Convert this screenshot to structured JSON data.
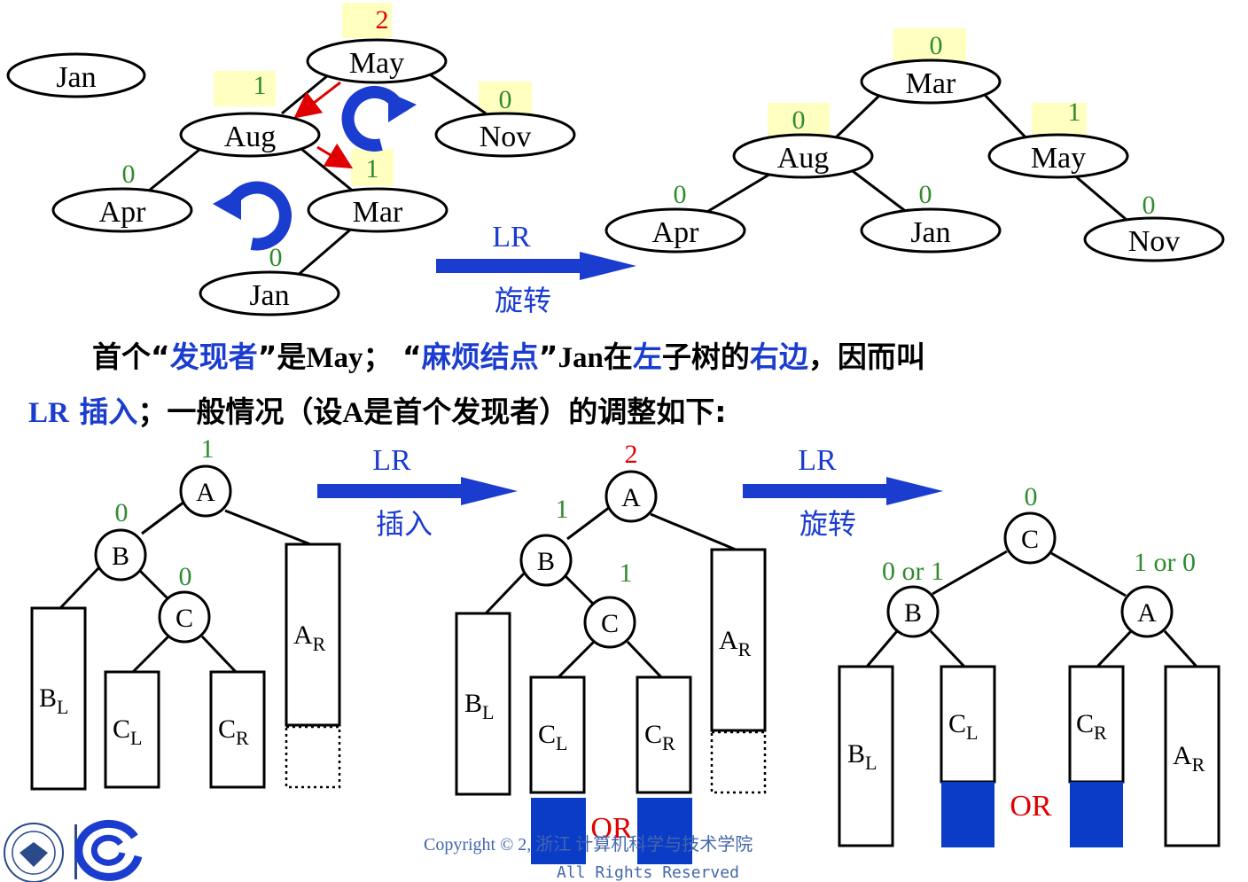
{
  "top_left_tree": {
    "lone_node": "Jan",
    "nodes": {
      "may": "May",
      "aug": "Aug",
      "nov": "Nov",
      "apr": "Apr",
      "mar": "Mar",
      "jan": "Jan"
    },
    "balances": {
      "may": "2",
      "aug": "1",
      "nov": "0",
      "apr": "0",
      "mar": "1",
      "jan": "0"
    }
  },
  "top_arrow": {
    "label_top": "LR",
    "label_bottom": "旋转"
  },
  "top_right_tree": {
    "nodes": {
      "mar": "Mar",
      "aug": "Aug",
      "may": "May",
      "apr": "Apr",
      "jan": "Jan",
      "nov": "Nov"
    },
    "balances": {
      "mar": "0",
      "aug": "0",
      "may": "1",
      "apr": "0",
      "jan": "0",
      "nov": "0"
    }
  },
  "caption": {
    "line1": [
      {
        "text": "首个“",
        "hl": false
      },
      {
        "text": "发现者",
        "hl": true
      },
      {
        "text": "”是",
        "hl": false
      },
      {
        "text": "May",
        "hl": false,
        "en": true
      },
      {
        "text": "；  “",
        "hl": false
      },
      {
        "text": "麻烦结点",
        "hl": true
      },
      {
        "text": "”",
        "hl": false
      },
      {
        "text": "Jan",
        "hl": false,
        "en": true
      },
      {
        "text": "在",
        "hl": false
      },
      {
        "text": "左",
        "hl": true
      },
      {
        "text": "子树的",
        "hl": false
      },
      {
        "text": "右边",
        "hl": true
      },
      {
        "text": "，因而叫",
        "hl": false
      }
    ],
    "line2": [
      {
        "text": "LR",
        "hl": true,
        "en": true
      },
      {
        "text": " 插入",
        "hl": true
      },
      {
        "text": "；一般情况（设",
        "hl": false
      },
      {
        "text": "A",
        "hl": false,
        "en": true
      },
      {
        "text": "是首个发现者）的调整如下:",
        "hl": false
      }
    ]
  },
  "general_case": {
    "before": {
      "nodes": {
        "a": "A",
        "b": "B",
        "c": "C"
      },
      "balances": {
        "a": "1",
        "b": "0",
        "c": "0"
      },
      "subtrees": {
        "bl": "B",
        "bl_sub": "L",
        "cl": "C",
        "cl_sub": "L",
        "cr": "C",
        "cr_sub": "R",
        "ar": "A",
        "ar_sub": "R"
      }
    },
    "arrow1": {
      "label_top": "LR",
      "label_bottom": "插入"
    },
    "after_insert": {
      "nodes": {
        "a": "A",
        "b": "B",
        "c": "C"
      },
      "balances": {
        "a": "2",
        "b": "1",
        "c": "1"
      },
      "subtrees": {
        "bl": "B",
        "bl_sub": "L",
        "cl": "C",
        "cl_sub": "L",
        "cr": "C",
        "cr_sub": "R",
        "ar": "A",
        "ar_sub": "R"
      },
      "or_label": "OR"
    },
    "arrow2": {
      "label_top": "LR",
      "label_bottom": "旋转"
    },
    "after_rotate": {
      "nodes": {
        "c": "C",
        "b": "B",
        "a": "A"
      },
      "balances": {
        "c": "0",
        "b": "0 or 1",
        "a": "1 or 0"
      },
      "subtrees": {
        "bl": "B",
        "bl_sub": "L",
        "cl": "C",
        "cl_sub": "L",
        "cr": "C",
        "cr_sub": "R",
        "ar": "A",
        "ar_sub": "R"
      },
      "or_label": "OR"
    }
  },
  "footer": {
    "copyright": "Copyright ©       2, 浙江      计算机科学与技术学院",
    "rights": "All Rights Reserved"
  },
  "colors": {
    "green": "#2e8b2e",
    "red": "#e00000",
    "blue": "#1a3ccf",
    "fill_blue": "#0a3cc8",
    "pale_yellow": "#ffffc0"
  }
}
